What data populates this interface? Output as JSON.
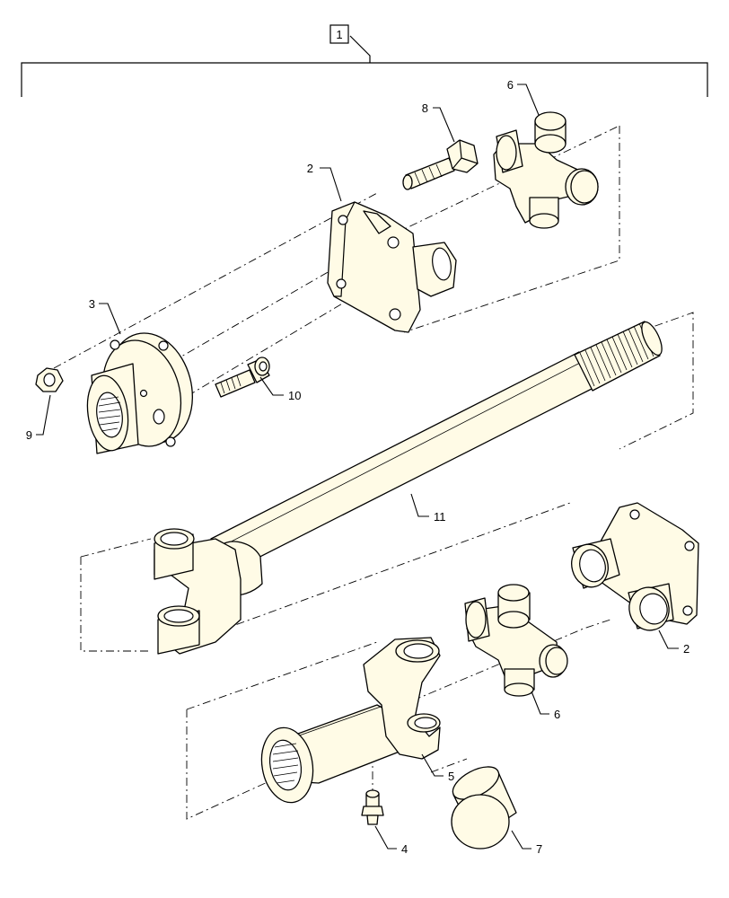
{
  "assembly": {
    "number": "1"
  },
  "callouts": {
    "c2a": "2",
    "c2b": "2",
    "c3": "3",
    "c4": "4",
    "c5": "5",
    "c6a": "6",
    "c6b": "6",
    "c7": "7",
    "c8": "8",
    "c9": "9",
    "c10": "10",
    "c11": "11"
  }
}
